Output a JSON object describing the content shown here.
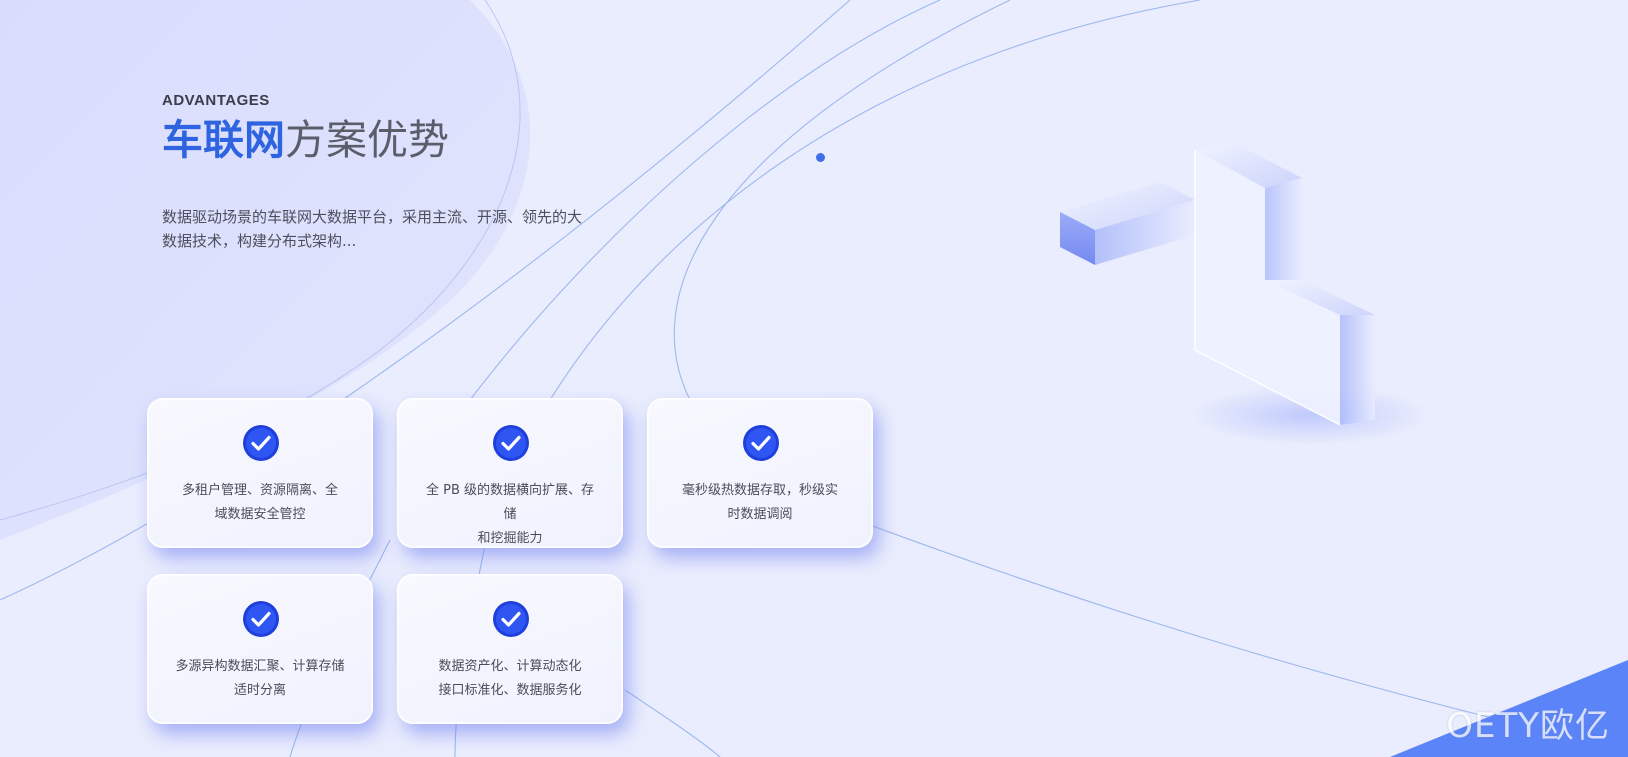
{
  "header": {
    "eyebrow": "ADVANTAGES",
    "title_accent": "车联网",
    "title_rest": "方案优势"
  },
  "description": "数据驱动场景的车联网大数据平台，采用主流、开源、领先的大数据技术，构建分布式架构...",
  "cards": [
    {
      "icon": "check-circle-icon",
      "line1": "多租户管理、资源隔离、全",
      "line2": "域数据安全管控"
    },
    {
      "icon": "check-circle-icon",
      "line1": "全 PB 级的数据横向扩展、存储",
      "line2": "和挖掘能力"
    },
    {
      "icon": "check-circle-icon",
      "line1": "毫秒级热数据存取，秒级实",
      "line2": "时数据调阅"
    },
    {
      "icon": "check-circle-icon",
      "line1": "多源异构数据汇聚、计算存储",
      "line2": "适时分离"
    },
    {
      "icon": "check-circle-icon",
      "line1": "数据资产化、计算动态化",
      "line2": "接口标准化、数据服务化"
    }
  ],
  "watermark": "OETY欧亿",
  "colors": {
    "background": "#eaedfd",
    "accent": "#2f64e0",
    "check_icon": "#2a4ef0",
    "corner": "#5b84f8"
  }
}
